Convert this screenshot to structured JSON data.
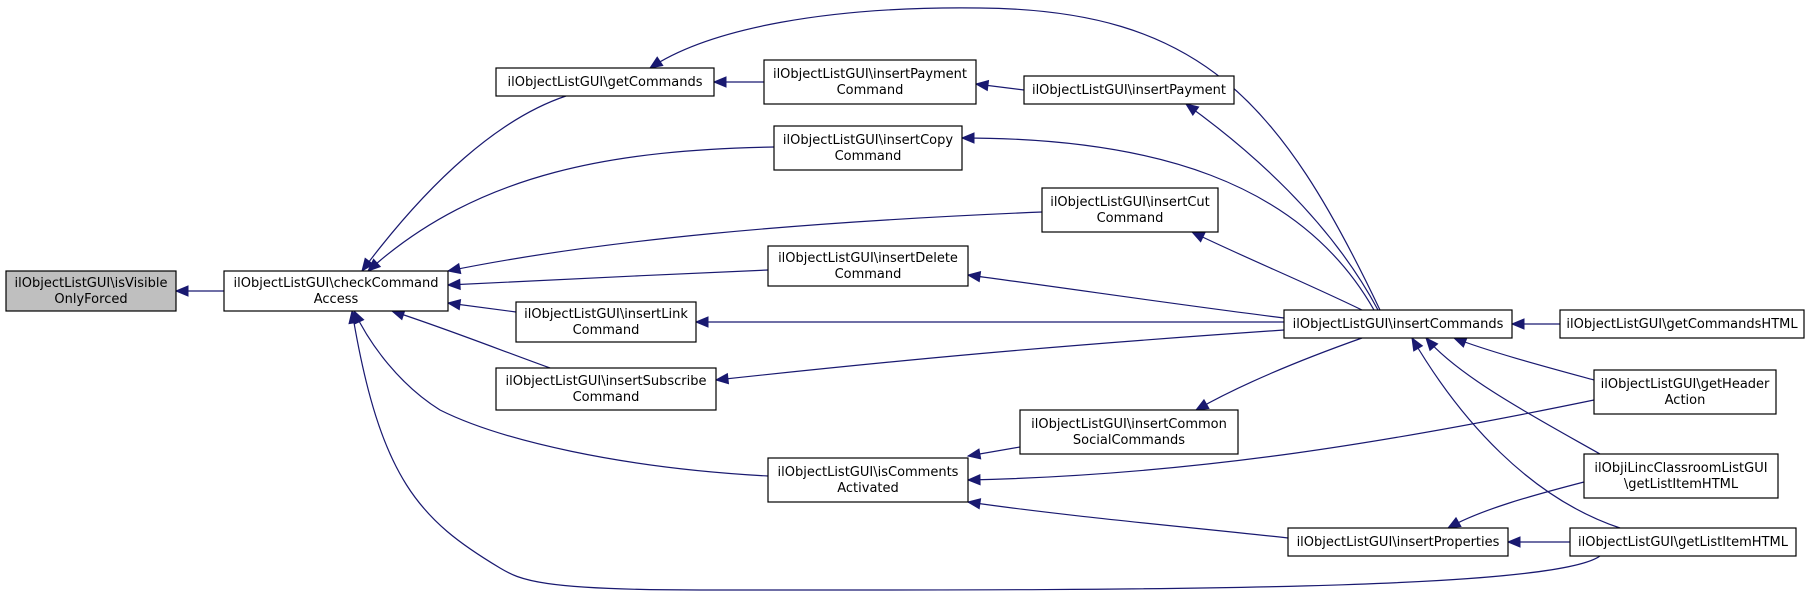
{
  "graph": {
    "edge_color": "#191970",
    "focus_fill": "#bfbfbf",
    "nodes": {
      "isVisibleOnlyForced": {
        "lines": [
          "ilObjectListGUI\\isVisible",
          "OnlyForced"
        ],
        "focus": true
      },
      "checkCommandAccess": {
        "lines": [
          "ilObjectListGUI\\checkCommand",
          "Access"
        ]
      },
      "getCommands": {
        "lines": [
          "ilObjectListGUI\\getCommands"
        ]
      },
      "insertPaymentCommand": {
        "lines": [
          "ilObjectListGUI\\insertPayment",
          "Command"
        ]
      },
      "insertPayment": {
        "lines": [
          "ilObjectListGUI\\insertPayment"
        ]
      },
      "insertCopyCommand": {
        "lines": [
          "ilObjectListGUI\\insertCopy",
          "Command"
        ]
      },
      "insertCutCommand": {
        "lines": [
          "ilObjectListGUI\\insertCut",
          "Command"
        ]
      },
      "insertDeleteCommand": {
        "lines": [
          "ilObjectListGUI\\insertDelete",
          "Command"
        ]
      },
      "insertLinkCommand": {
        "lines": [
          "ilObjectListGUI\\insertLink",
          "Command"
        ]
      },
      "insertSubscribeCommand": {
        "lines": [
          "ilObjectListGUI\\insertSubscribe",
          "Command"
        ]
      },
      "isCommentsActivated": {
        "lines": [
          "ilObjectListGUI\\isComments",
          "Activated"
        ]
      },
      "insertCommonSocialCommands": {
        "lines": [
          "ilObjectListGUI\\insertCommon",
          "SocialCommands"
        ]
      },
      "insertCommands": {
        "lines": [
          "ilObjectListGUI\\insertCommands"
        ]
      },
      "insertProperties": {
        "lines": [
          "ilObjectListGUI\\insertProperties"
        ]
      },
      "getCommandsHTML": {
        "lines": [
          "ilObjectListGUI\\getCommandsHTML"
        ]
      },
      "getHeaderAction": {
        "lines": [
          "ilObjectListGUI\\getHeader",
          "Action"
        ]
      },
      "linc_getListItemHTML": {
        "lines": [
          "ilObjiLincClassroomListGUI",
          "\\getListItemHTML"
        ]
      },
      "getListItemHTML": {
        "lines": [
          "ilObjectListGUI\\getListItemHTML"
        ]
      }
    },
    "edges": [
      {
        "from": "checkCommandAccess",
        "to": "isVisibleOnlyForced"
      },
      {
        "from": "getCommands",
        "to": "checkCommandAccess"
      },
      {
        "from": "insertCopyCommand",
        "to": "checkCommandAccess"
      },
      {
        "from": "insertCutCommand",
        "to": "checkCommandAccess"
      },
      {
        "from": "insertDeleteCommand",
        "to": "checkCommandAccess"
      },
      {
        "from": "insertLinkCommand",
        "to": "checkCommandAccess"
      },
      {
        "from": "insertSubscribeCommand",
        "to": "checkCommandAccess"
      },
      {
        "from": "isCommentsActivated",
        "to": "checkCommandAccess"
      },
      {
        "from": "getListItemHTML",
        "to": "checkCommandAccess"
      },
      {
        "from": "insertPaymentCommand",
        "to": "getCommands"
      },
      {
        "from": "insertCommands",
        "to": "getCommands"
      },
      {
        "from": "insertPayment",
        "to": "insertPaymentCommand"
      },
      {
        "from": "insertCommands",
        "to": "insertPayment"
      },
      {
        "from": "insertCommands",
        "to": "insertCopyCommand"
      },
      {
        "from": "insertCommands",
        "to": "insertCutCommand"
      },
      {
        "from": "insertCommands",
        "to": "insertDeleteCommand"
      },
      {
        "from": "insertCommands",
        "to": "insertLinkCommand"
      },
      {
        "from": "insertCommands",
        "to": "insertSubscribeCommand"
      },
      {
        "from": "insertCommands",
        "to": "insertCommonSocialCommands"
      },
      {
        "from": "insertCommonSocialCommands",
        "to": "isCommentsActivated"
      },
      {
        "from": "getHeaderAction",
        "to": "isCommentsActivated"
      },
      {
        "from": "insertProperties",
        "to": "isCommentsActivated"
      },
      {
        "from": "getCommandsHTML",
        "to": "insertCommands"
      },
      {
        "from": "getHeaderAction",
        "to": "insertCommands"
      },
      {
        "from": "linc_getListItemHTML",
        "to": "insertCommands"
      },
      {
        "from": "getListItemHTML",
        "to": "insertCommands"
      },
      {
        "from": "linc_getListItemHTML",
        "to": "insertProperties"
      },
      {
        "from": "getListItemHTML",
        "to": "insertProperties"
      }
    ]
  }
}
